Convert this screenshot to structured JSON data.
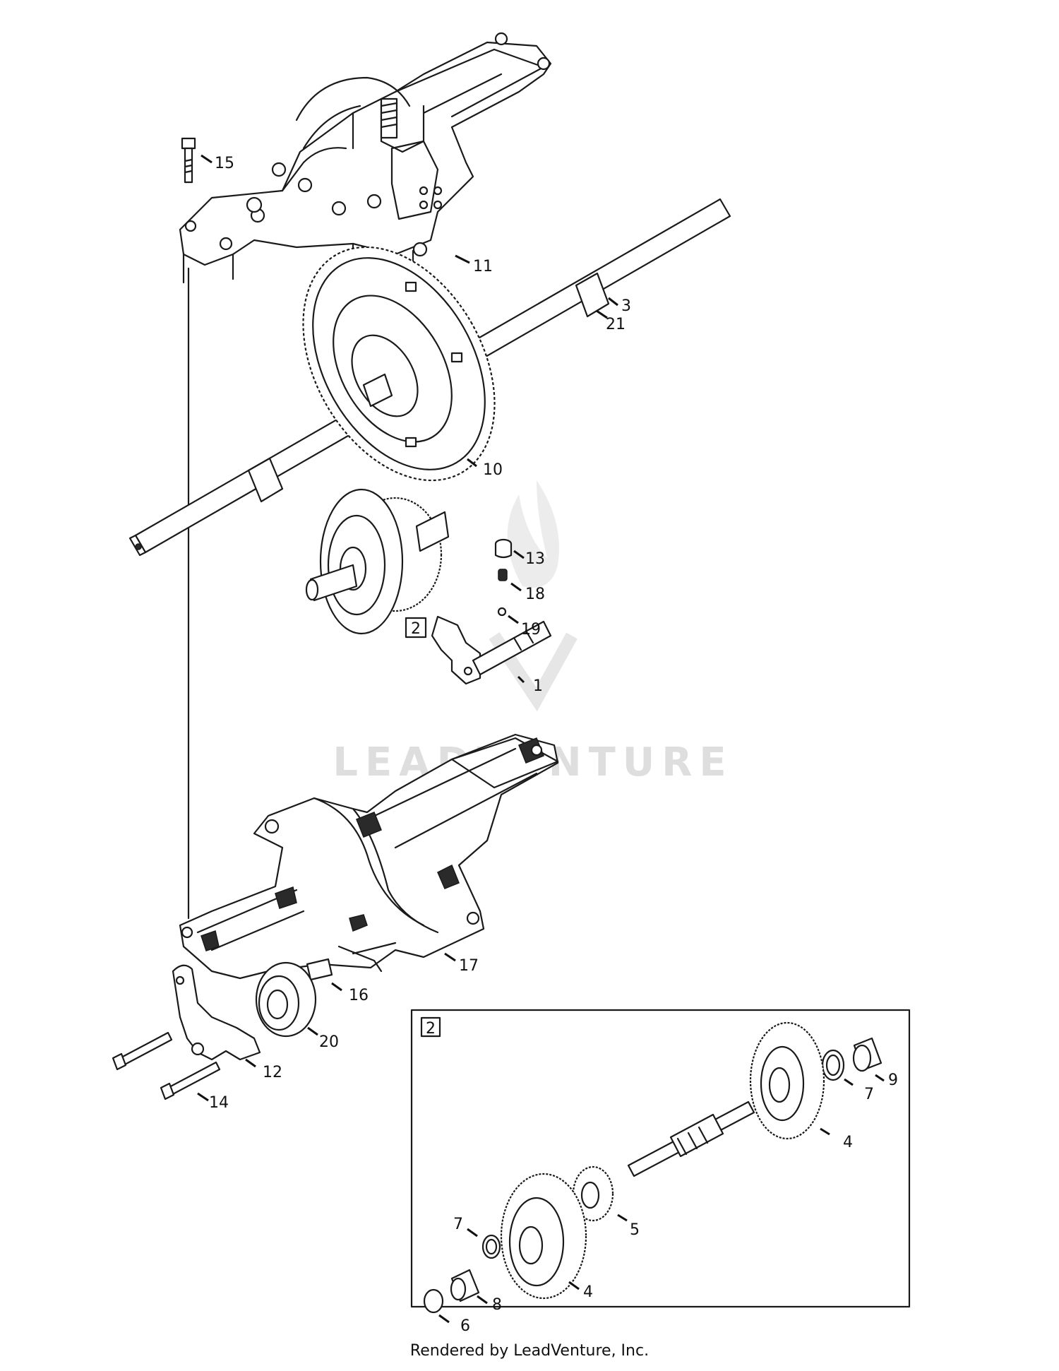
{
  "callouts": [
    {
      "id": "c15",
      "text": "15"
    },
    {
      "id": "c11",
      "text": "11"
    },
    {
      "id": "c3",
      "text": "3"
    },
    {
      "id": "c21",
      "text": "21"
    },
    {
      "id": "c10",
      "text": "10"
    },
    {
      "id": "c13",
      "text": "13"
    },
    {
      "id": "c18",
      "text": "18"
    },
    {
      "id": "c19",
      "text": "19"
    },
    {
      "id": "c2",
      "text": "2"
    },
    {
      "id": "c1",
      "text": "1"
    },
    {
      "id": "c17",
      "text": "17"
    },
    {
      "id": "c16",
      "text": "16"
    },
    {
      "id": "c20",
      "text": "20"
    },
    {
      "id": "c12",
      "text": "12"
    },
    {
      "id": "c14",
      "text": "14"
    },
    {
      "id": "d2",
      "text": "2"
    },
    {
      "id": "d9",
      "text": "9"
    },
    {
      "id": "d7a",
      "text": "7"
    },
    {
      "id": "d4a",
      "text": "4"
    },
    {
      "id": "d5",
      "text": "5"
    },
    {
      "id": "d7b",
      "text": "7"
    },
    {
      "id": "d8",
      "text": "8"
    },
    {
      "id": "d4b",
      "text": "4"
    },
    {
      "id": "d6",
      "text": "6"
    }
  ],
  "watermark": "LEADVENTURE",
  "footer": "Rendered by LeadVenture, Inc."
}
